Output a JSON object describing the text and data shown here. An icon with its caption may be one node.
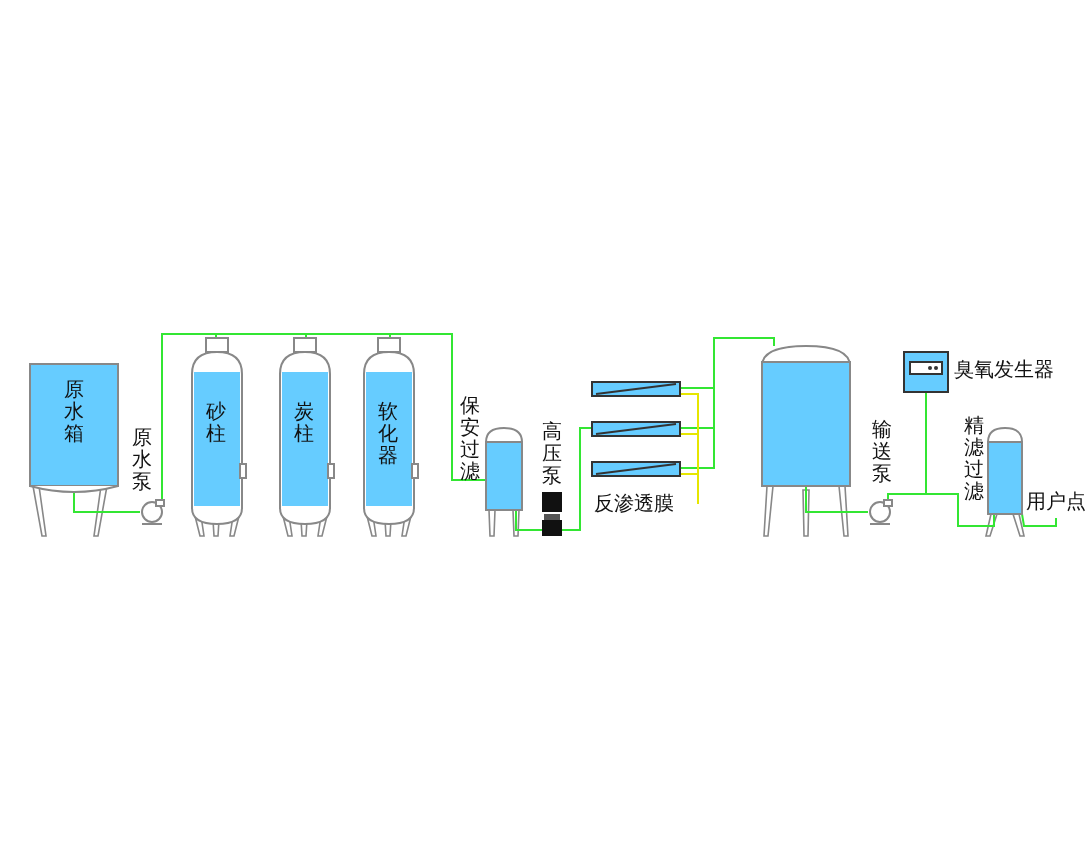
{
  "diagram": {
    "nodes": [
      {
        "text": [
          "原水箱"
        ]
      },
      {
        "text": [],
        "shape": "pump",
        "beside": [
          "原水泵"
        ]
      },
      {
        "text": [
          "砂柱"
        ]
      },
      {
        "text": [
          "炭柱"
        ]
      },
      {
        "text": [
          "软化器"
        ]
      },
      {
        "text": [],
        "shape": "cylinder",
        "beside": [
          "保安过滤"
        ]
      },
      {
        "text": [],
        "shape": "pump",
        "beside": [
          "高压泵"
        ]
      },
      {
        "text": [],
        "shape": "bar"
      },
      {
        "text": [],
        "shape": "bar"
      },
      {
        "text": [],
        "shape": "bar"
      },
      {
        "text": [],
        "shape": "cylinder"
      },
      {
        "text": [],
        "shape": "pump",
        "beside": [
          "输送泵"
        ]
      },
      {
        "text": [],
        "shape": "box",
        "beside": [
          "臭氧发生器"
        ]
      },
      {
        "text": [],
        "shape": "cylinder",
        "beside": [
          "精滤过滤"
        ]
      },
      {
        "text": [
          "用户点"
        ]
      }
    ],
    "edges": [
      {
        "from": 0,
        "to": 1,
        "arrow": "none"
      },
      {
        "from": 1,
        "to": 2,
        "arrow": "none"
      },
      {
        "from": 2,
        "to": 3,
        "arrow": "none"
      },
      {
        "from": 3,
        "to": 4,
        "arrow": "none"
      },
      {
        "from": 4,
        "to": 5,
        "arrow": "none"
      },
      {
        "from": 5,
        "to": 6,
        "arrow": "none"
      },
      {
        "from": 6,
        "to": 8,
        "arrow": "none"
      },
      {
        "from": 7,
        "to": 10,
        "arrow": "none"
      },
      {
        "from": 8,
        "to": 10,
        "arrow": "none"
      },
      {
        "from": 9,
        "to": 10,
        "arrow": "none"
      },
      {
        "from": 7,
        "to": null,
        "arrow": "none",
        "color": "#e6e600"
      },
      {
        "from": 8,
        "to": null,
        "arrow": "none",
        "color": "#e6e600"
      },
      {
        "from": 9,
        "to": null,
        "arrow": "none",
        "color": "#e6e600"
      },
      {
        "from": 10,
        "to": 11,
        "arrow": "none"
      },
      {
        "from": 11,
        "to": 13,
        "arrow": "none"
      },
      {
        "from": 12,
        "to": 13,
        "arrow": "none"
      },
      {
        "from": 13,
        "to": 14,
        "arrow": "none"
      }
    ],
    "labels": [
      "反渗透膜"
    ]
  }
}
